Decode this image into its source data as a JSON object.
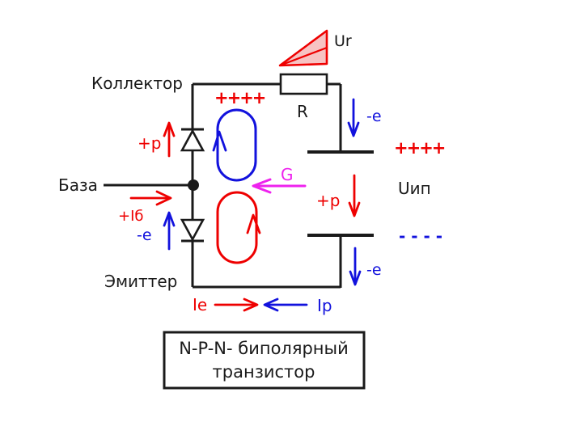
{
  "caption": {
    "line1": "N-P-N- биполярный",
    "line2": "транзистор"
  },
  "terminals": {
    "collector": "Коллектор",
    "base": "База",
    "emitter": "Эмиттер"
  },
  "components": {
    "resistor": "R",
    "resistor_voltage": "Ur",
    "supply_voltage": "Uип"
  },
  "annotations": {
    "plus_row_collector": "++++",
    "plus_row_supply": "++++",
    "minus_row_supply": "- - - -",
    "holes_up_collector": "+p",
    "base_current": "+Iб",
    "electrons_up_emitter": "-e",
    "holes_down_supply": "+p",
    "electrons_down_top": "-e",
    "electrons_down_bottom": "-e",
    "generation": "G",
    "emitter_current": "Ie",
    "holes_current": "Ip"
  },
  "colors": {
    "red": "#ee0000",
    "blue": "#1212dd",
    "magenta": "#ee22ee",
    "black": "#1a1a1a",
    "triangle_fill": "#f7c3c3"
  }
}
